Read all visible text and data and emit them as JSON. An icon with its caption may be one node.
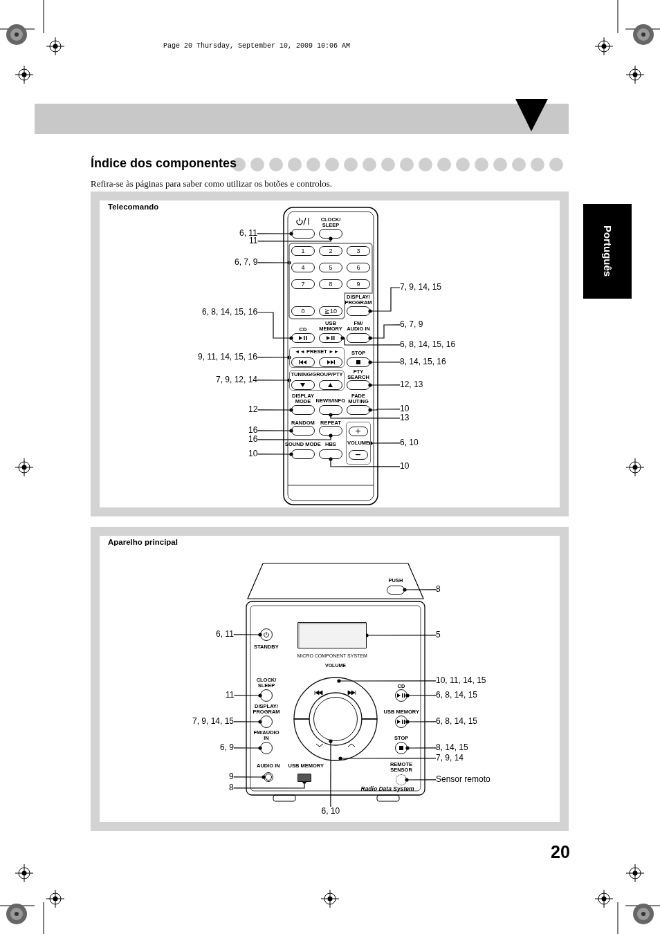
{
  "diagram": {
    "title": "Índice dos componentes",
    "nodes": [
      {
        "text": [
          "Português"
        ]
      },
      {
        "text": [
          "Telecomando"
        ]
      },
      {
        "text": [],
        "shape": "box",
        "in": 1
      },
      {
        "text": [],
        "shape": "box",
        "in": 1
      },
      {
        "text": [],
        "shape": "box",
        "in": 1
      },
      {
        "text": [
          "1"
        ],
        "in": 4
      },
      {
        "text": [
          "2"
        ],
        "in": 4
      },
      {
        "text": [
          "3"
        ],
        "in": 4
      },
      {
        "text": [
          "4"
        ],
        "in": 4
      },
      {
        "text": [
          "5"
        ],
        "in": 4
      },
      {
        "text": [
          "6"
        ],
        "in": 4
      },
      {
        "text": [
          "7"
        ],
        "in": 4
      },
      {
        "text": [
          "8"
        ],
        "in": 4
      },
      {
        "text": [
          "9"
        ],
        "in": 4
      },
      {
        "text": [
          "0"
        ],
        "in": 4
      },
      {
        "text": [
          "≧10"
        ],
        "in": 4
      },
      {
        "text": [],
        "shape": "box",
        "in": 1
      },
      {
        "text": [],
        "shape": "box",
        "in": 1
      },
      {
        "text": [],
        "shape": "box",
        "in": 1
      },
      {
        "text": [],
        "shape": "box",
        "in": 1
      },
      {
        "text": [],
        "shape": "box",
        "in": 1
      },
      {
        "text": [],
        "shape": "box",
        "in": 1
      },
      {
        "text": [],
        "shape": "box",
        "in": 1
      },
      {
        "text": [],
        "shape": "box",
        "in": 1
      },
      {
        "text": [],
        "shape": "box",
        "in": 1
      },
      {
        "text": [],
        "shape": "box",
        "in": 1
      },
      {
        "text": [],
        "shape": "box",
        "in": 1
      },
      {
        "text": [],
        "shape": "box",
        "in": 1
      },
      {
        "text": [],
        "shape": "box",
        "in": 1
      },
      {
        "text": [],
        "shape": "box",
        "in": 1
      },
      {
        "text": [],
        "shape": "box",
        "in": 1
      },
      {
        "text": [],
        "shape": "box",
        "in": 1
      },
      {
        "text": [
          "6, 11"
        ],
        "in": 1
      },
      {
        "text": [
          "11"
        ],
        "in": 1
      },
      {
        "text": [
          "6, 7, 9"
        ],
        "in": 1
      },
      {
        "text": [
          "7, 9, 14, 15"
        ],
        "in": 1
      },
      {
        "text": [
          "6, 8, 14, 15, 16"
        ],
        "in": 1
      },
      {
        "text": [
          "6, 7, 9"
        ],
        "in": 1
      },
      {
        "text": [
          "6, 8, 14, 15, 16"
        ],
        "in": 1
      },
      {
        "text": [
          "9, 11, 14, 15, 16"
        ],
        "in": 1
      },
      {
        "text": [
          "8, 14, 15, 16"
        ],
        "in": 1
      },
      {
        "text": [
          "7, 9, 12, 14"
        ],
        "in": 1
      },
      {
        "text": [
          "12, 13"
        ],
        "in": 1
      },
      {
        "text": [
          "12"
        ],
        "in": 1
      },
      {
        "text": [
          "10"
        ],
        "in": 1
      },
      {
        "text": [
          "13"
        ],
        "in": 1
      },
      {
        "text": [
          "16"
        ],
        "in": 1
      },
      {
        "text": [
          "16"
        ],
        "in": 1
      },
      {
        "text": [
          "6, 10"
        ],
        "in": 1
      },
      {
        "text": [
          "10"
        ],
        "in": 1
      },
      {
        "text": [
          "10"
        ],
        "in": 1
      },
      {
        "text": [
          "Aparelho principal"
        ]
      },
      {
        "text": [],
        "shape": "box",
        "in": 51
      },
      {
        "text": [],
        "shape": "circle",
        "in": 51
      },
      {
        "text": [],
        "shape": "box",
        "in": 51
      },
      {
        "text": [],
        "shape": "circle",
        "in": 51
      },
      {
        "text": [],
        "shape": "ring",
        "in": 51
      },
      {
        "text": [],
        "shape": "circle",
        "in": 51
      },
      {
        "text": [],
        "shape": "circle",
        "in": 51
      },
      {
        "text": [],
        "shape": "circle",
        "in": 51
      },
      {
        "text": [],
        "shape": "circle",
        "in": 51
      },
      {
        "text": [],
        "shape": "circle",
        "in": 51
      },
      {
        "text": [],
        "shape": "circle",
        "in": 51
      },
      {
        "text": [],
        "shape": "ring",
        "in": 51
      },
      {
        "text": [],
        "shape": "circle",
        "in": 51
      },
      {
        "text": [],
        "shape": "box",
        "in": 51
      },
      {
        "text": [],
        "shape": "circle",
        "in": 51
      },
      {
        "text": [
          "8"
        ],
        "in": 51
      },
      {
        "text": [
          "6, 11"
        ],
        "in": 51
      },
      {
        "text": [
          "5"
        ],
        "in": 51
      },
      {
        "text": [
          "11"
        ],
        "in": 51
      },
      {
        "text": [
          "10, 11, 14, 15"
        ],
        "in": 51
      },
      {
        "text": [
          "6, 8, 14, 15"
        ],
        "in": 51
      },
      {
        "text": [
          "7, 9, 14, 15"
        ],
        "in": 51
      },
      {
        "text": [
          "6, 8, 14, 15"
        ],
        "in": 51
      },
      {
        "text": [
          "6, 9"
        ],
        "in": 51
      },
      {
        "text": [
          "8, 14, 15"
        ],
        "in": 51
      },
      {
        "text": [
          "7, 9, 14"
        ],
        "in": 51
      },
      {
        "text": [
          "9"
        ],
        "in": 51
      },
      {
        "text": [
          "8"
        ],
        "in": 51
      },
      {
        "text": [
          "Sensor remoto"
        ],
        "in": 51
      },
      {
        "text": [
          "6, 10"
        ],
        "in": 51
      }
    ],
    "edges": [
      {
        "from": 32,
        "to": 2,
        "arrow": "other"
      },
      {
        "from": 33,
        "to": 3,
        "arrow": "other"
      },
      {
        "from": 34,
        "to": 4,
        "arrow": "other"
      },
      {
        "from": 35,
        "to": 16,
        "arrow": "other"
      },
      {
        "from": 36,
        "to": 17,
        "arrow": "other"
      },
      {
        "from": 37,
        "to": 19,
        "arrow": "other"
      },
      {
        "from": 38,
        "to": 18,
        "arrow": "other"
      },
      {
        "from": 39,
        "to": 20,
        "arrow": "other"
      },
      {
        "from": 40,
        "to": 21,
        "arrow": "other"
      },
      {
        "from": 41,
        "to": 22,
        "arrow": "other"
      },
      {
        "from": 42,
        "to": 23,
        "arrow": "other"
      },
      {
        "from": 43,
        "to": 24,
        "arrow": "other"
      },
      {
        "from": 44,
        "to": 26,
        "arrow": "other"
      },
      {
        "from": 45,
        "to": 25,
        "arrow": "other"
      },
      {
        "from": 46,
        "to": 27,
        "arrow": "other"
      },
      {
        "from": 47,
        "to": 28,
        "arrow": "other"
      },
      {
        "from": 48,
        "to": 29,
        "arrow": "other"
      },
      {
        "from": 49,
        "to": 30,
        "arrow": "other"
      },
      {
        "from": 50,
        "to": 31,
        "arrow": "other"
      },
      {
        "from": 67,
        "to": 52,
        "arrow": "other"
      },
      {
        "from": 68,
        "to": 53,
        "arrow": "other"
      },
      {
        "from": 69,
        "to": 54,
        "arrow": "other"
      },
      {
        "from": 70,
        "to": 55,
        "arrow": "other"
      },
      {
        "from": 71,
        "to": 56,
        "arrow": "other"
      },
      {
        "from": 72,
        "to": 57,
        "arrow": "other"
      },
      {
        "from": 73,
        "to": 58,
        "arrow": "other"
      },
      {
        "from": 74,
        "to": 59,
        "arrow": "other"
      },
      {
        "from": 75,
        "to": 60,
        "arrow": "other"
      },
      {
        "from": 76,
        "to": 61,
        "arrow": "other"
      },
      {
        "from": 77,
        "to": 63,
        "arrow": "other"
      },
      {
        "from": 78,
        "to": 64,
        "arrow": "other"
      },
      {
        "from": 79,
        "to": 65,
        "arrow": "other"
      },
      {
        "from": 80,
        "to": 66,
        "arrow": "other"
      },
      {
        "from": 81,
        "to": 62,
        "arrow": "other"
      }
    ],
    "labels": [
      "Page 20 Thursday, September 10, 2009 10:06 AM",
      "Refira-se às páginas para saber como utilizar os botões e controlos.",
      "CLOCK/ SLEEP",
      "DISPLAY/ PROGRAM",
      "CD",
      "USB MEMORY",
      "FM/ AUDIO IN",
      "◄◄ PRESET ►►",
      "STOP",
      "TUNING/GROUP/PTY",
      "PTY SEARCH",
      "DISPLAY MODE",
      "NEWS/INFO",
      "FADE MUTING",
      "RANDOM",
      "REPEAT",
      "VOLUME",
      "SOUND MODE",
      "HBS",
      "PUSH",
      "STANDBY",
      "MICRO COMPONENT SYSTEM",
      "VOLUME",
      "CLOCK/ SLEEP",
      "CD",
      "DISPLAY/ PROGRAM",
      "USB MEMORY",
      "FM/AUDIO IN",
      "STOP",
      "AUDIO IN",
      "USB MEMORY",
      "REMOTE SENSOR",
      "Radio Data System",
      "20"
    ]
  }
}
